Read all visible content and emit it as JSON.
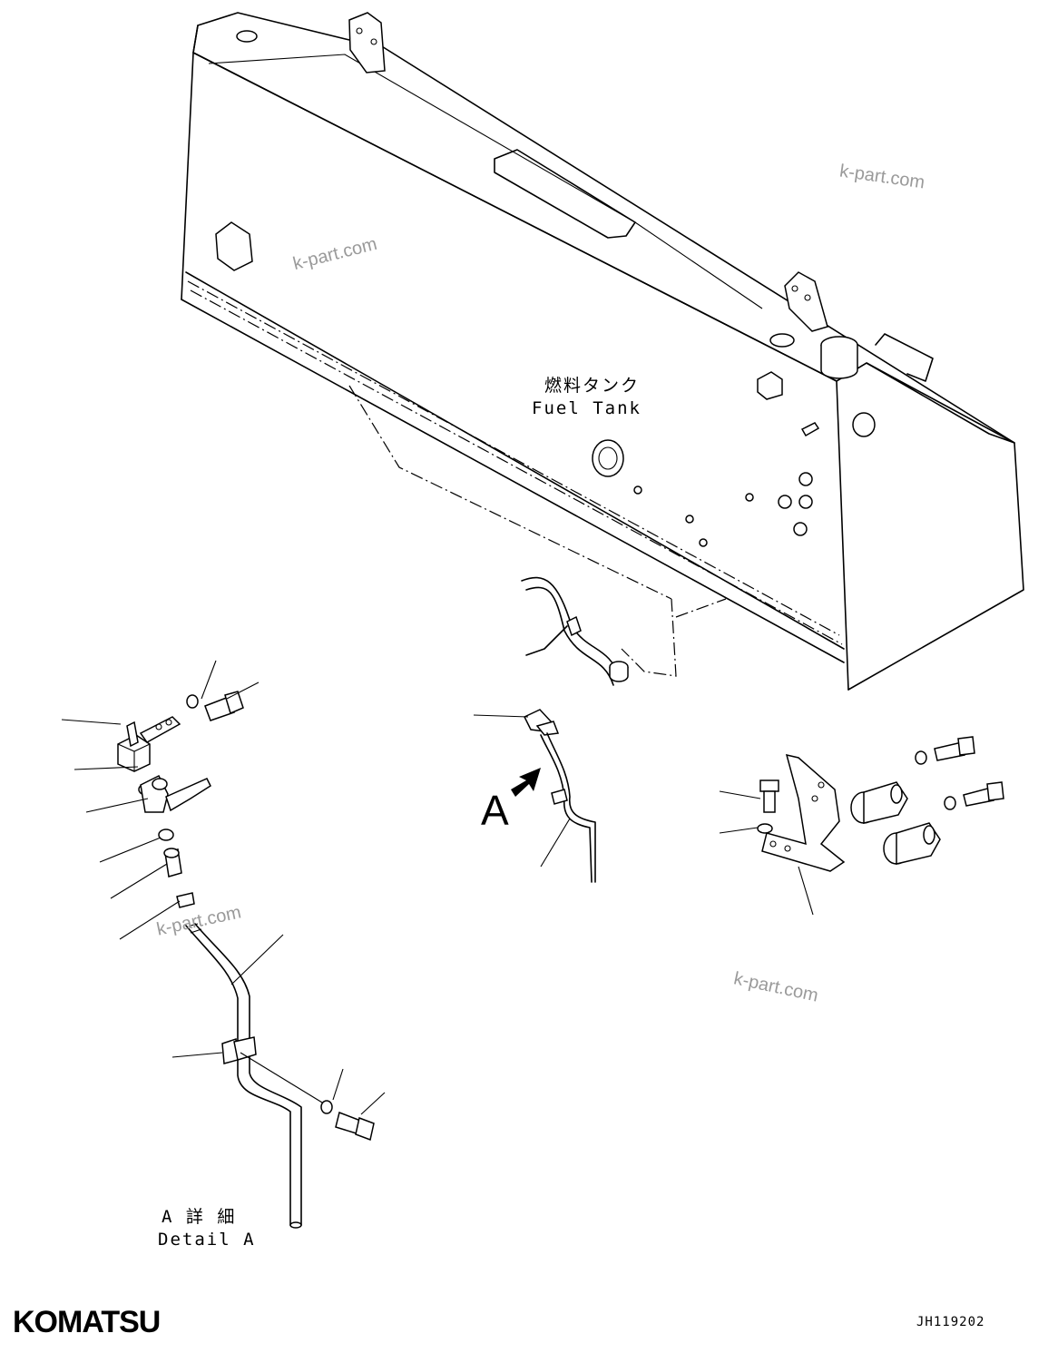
{
  "labels": {
    "tank_jp": "燃料タンク",
    "tank_en": "Fuel Tank",
    "view_arrow": "A",
    "detail_jp": "A 詳 細",
    "detail_en": "Detail A"
  },
  "watermarks": [
    "k-part.com",
    "k-part.com",
    "k-part.com",
    "k-part.com"
  ],
  "footer": {
    "brand": "KOMATSU",
    "drawing_code": "JH119202"
  },
  "icons": {
    "view-arrow": "filled-arrow",
    "callout-leader": "line"
  }
}
